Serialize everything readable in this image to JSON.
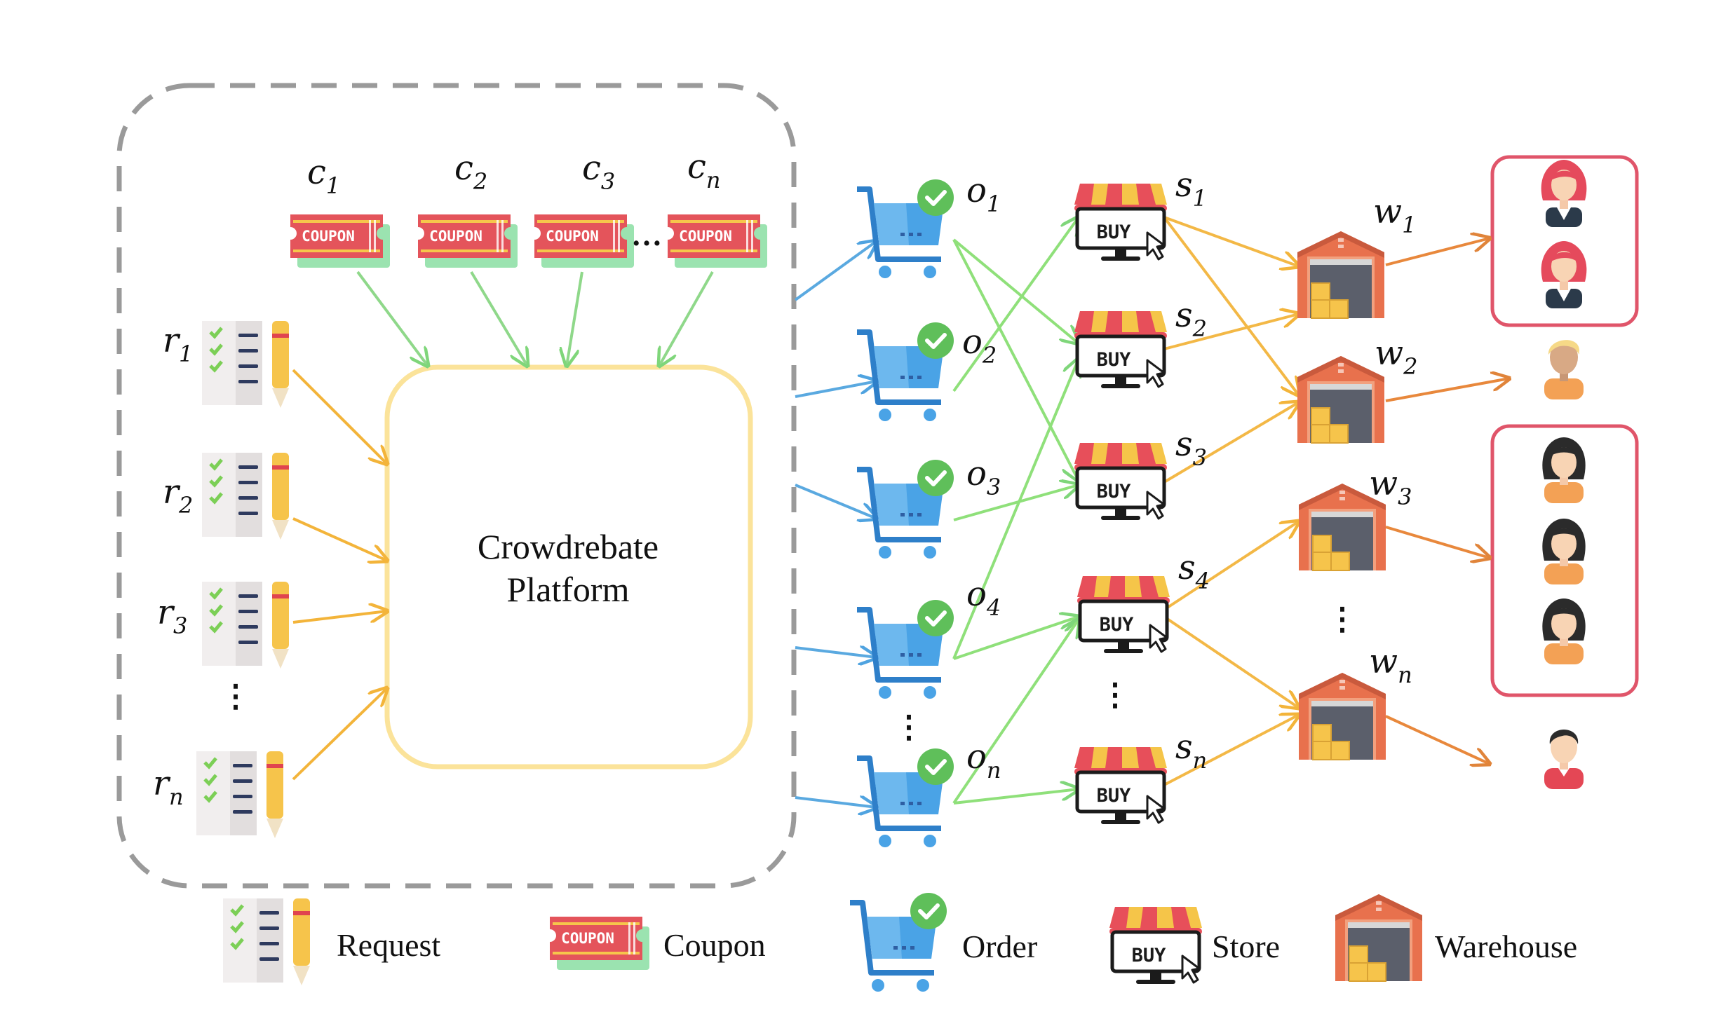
{
  "platform": {
    "line1": "Crowdrebate",
    "line2": "Platform"
  },
  "coupon_text": "COUPON",
  "buy_text": "BUY",
  "coupons": [
    {
      "letter": "c",
      "sub": "1"
    },
    {
      "letter": "c",
      "sub": "2"
    },
    {
      "letter": "c",
      "sub": "3"
    },
    {
      "letter": "c",
      "sub": "n"
    }
  ],
  "requests": [
    {
      "letter": "r",
      "sub": "1"
    },
    {
      "letter": "r",
      "sub": "2"
    },
    {
      "letter": "r",
      "sub": "3"
    },
    {
      "letter": "r",
      "sub": "n"
    }
  ],
  "orders": [
    {
      "letter": "o",
      "sub": "1"
    },
    {
      "letter": "o",
      "sub": "2"
    },
    {
      "letter": "o",
      "sub": "3"
    },
    {
      "letter": "o",
      "sub": "4"
    },
    {
      "letter": "o",
      "sub": "n"
    }
  ],
  "stores": [
    {
      "letter": "s",
      "sub": "1"
    },
    {
      "letter": "s",
      "sub": "2"
    },
    {
      "letter": "s",
      "sub": "3"
    },
    {
      "letter": "s",
      "sub": "4"
    },
    {
      "letter": "s",
      "sub": "n"
    }
  ],
  "warehouses": [
    {
      "letter": "w",
      "sub": "1"
    },
    {
      "letter": "w",
      "sub": "2"
    },
    {
      "letter": "w",
      "sub": "3"
    },
    {
      "letter": "w",
      "sub": "n"
    }
  ],
  "legend": {
    "request": "Request",
    "coupon": "Coupon",
    "order": "Order",
    "store": "Store",
    "warehouse": "Warehouse"
  },
  "colors": {
    "dashed_border": "#9b9b9b",
    "platform_border": "#fbe49a",
    "coupon_arrow": "#8fd88a",
    "request_arrow": "#f3b73c",
    "order_arrow": "#5aa9e0",
    "store_arrow": "#8fe07a",
    "warehouse_arrow": "#f3b846",
    "customer_arrow": "#e8883c",
    "group_box": "#e0556a"
  }
}
